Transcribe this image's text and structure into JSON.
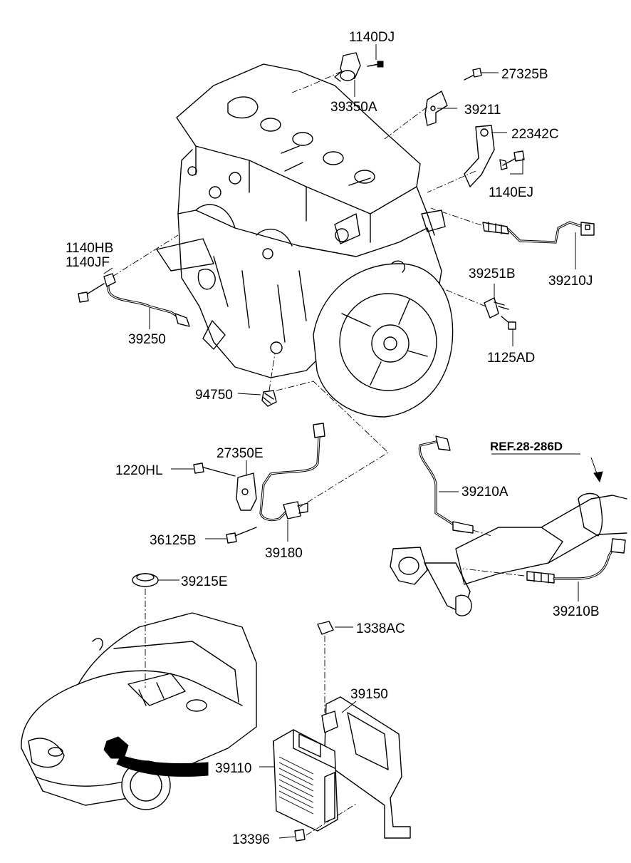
{
  "labels": {
    "p1140DJ": "1140DJ",
    "p27325B": "27325B",
    "p39350A": "39350A",
    "p39211": "39211",
    "p22342C": "22342C",
    "p1140EJ": "1140EJ",
    "p39210J": "39210J",
    "p39251B": "39251B",
    "p1125AD": "1125AD",
    "p1140HB": "1140HB",
    "p1140JF": "1140JF",
    "p39250": "39250",
    "p94750": "94750",
    "p27350E": "27350E",
    "p1220HL": "1220HL",
    "p36125B": "36125B",
    "p39180": "39180",
    "p39210A": "39210A",
    "p39210B": "39210B",
    "p39215E": "39215E",
    "p1338AC": "1338AC",
    "p39150": "39150",
    "p39110": "39110",
    "p13396": "13396",
    "ref": "REF.28-286D"
  }
}
